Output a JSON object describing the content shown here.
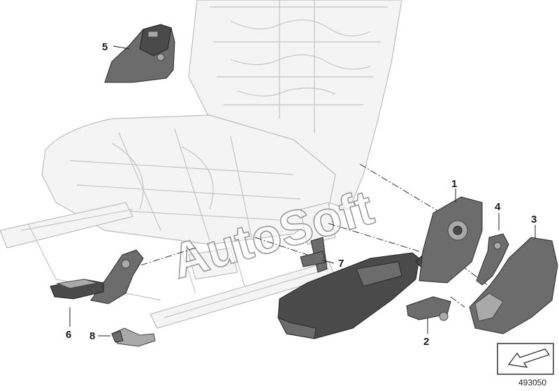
{
  "callouts": [
    {
      "id": "1",
      "label": "1"
    },
    {
      "id": "2",
      "label": "2"
    },
    {
      "id": "3",
      "label": "3"
    },
    {
      "id": "4",
      "label": "4"
    },
    {
      "id": "5",
      "label": "5"
    },
    {
      "id": "6",
      "label": "6"
    },
    {
      "id": "7",
      "label": "7"
    },
    {
      "id": "8",
      "label": "8"
    }
  ],
  "watermark": "AutoSoft",
  "document_number": "493050"
}
